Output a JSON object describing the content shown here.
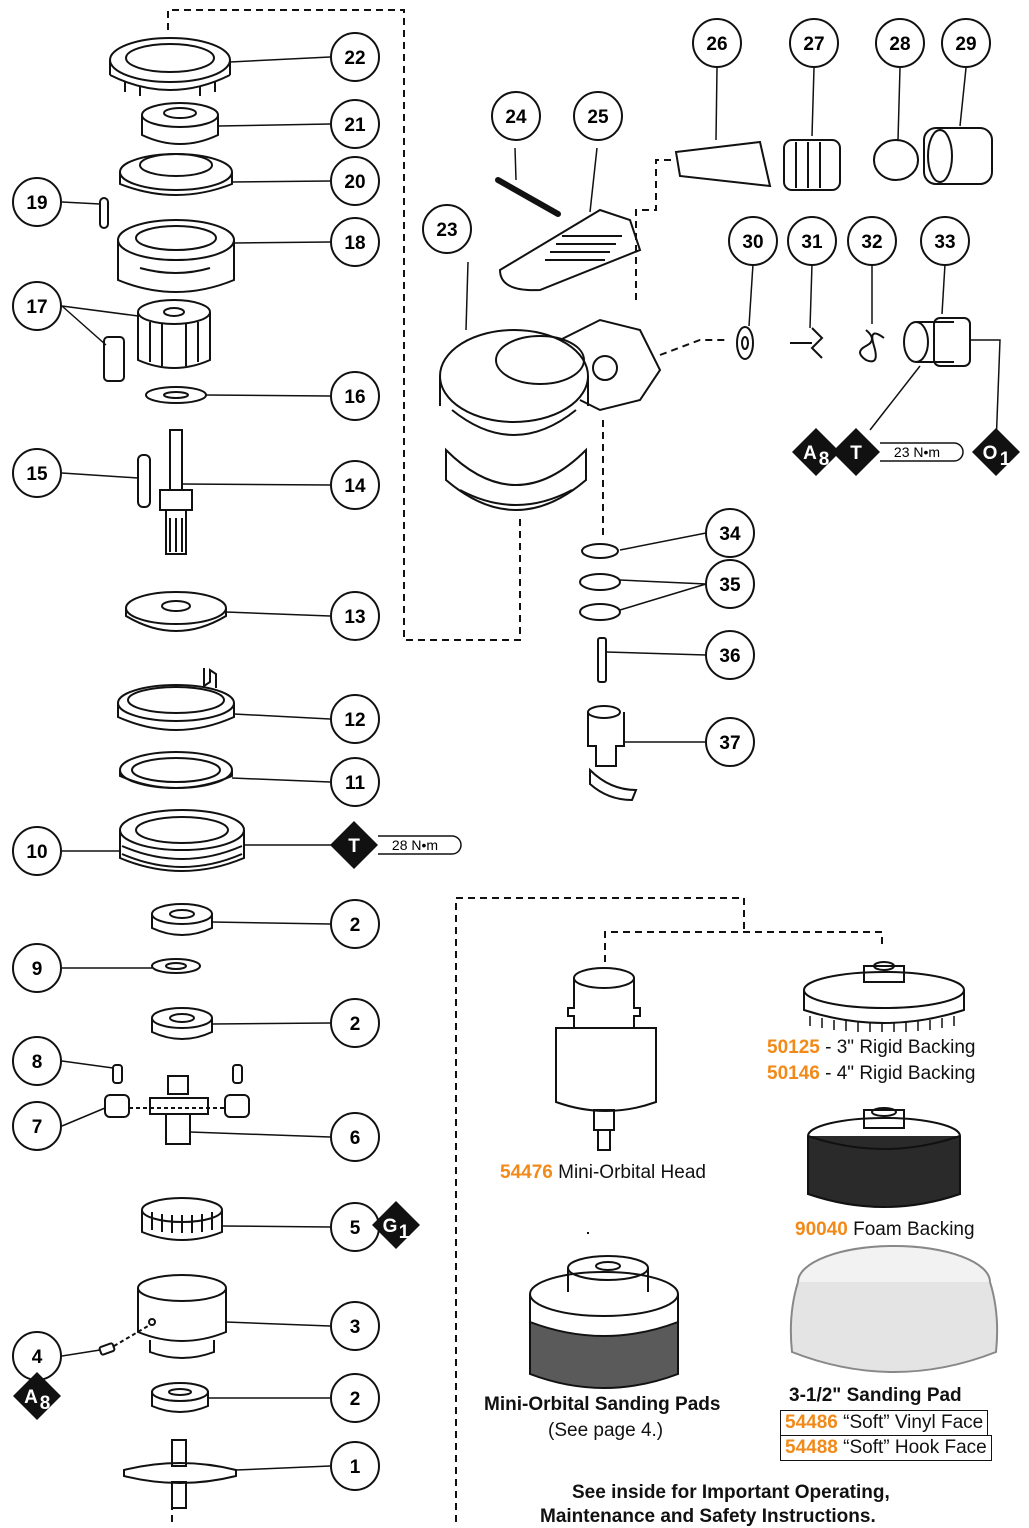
{
  "callouts": [
    "1",
    "2",
    "3",
    "4",
    "5",
    "6",
    "7",
    "8",
    "9",
    "10",
    "11",
    "12",
    "13",
    "14",
    "15",
    "16",
    "17",
    "18",
    "19",
    "20",
    "21",
    "22",
    "23",
    "24",
    "25",
    "26",
    "27",
    "28",
    "29",
    "30",
    "31",
    "32",
    "33",
    "34",
    "35",
    "36",
    "37"
  ],
  "badges": {
    "a8": "A",
    "a8_sub": "8",
    "t": "T",
    "o1": "O",
    "o1_sub": "1",
    "g1": "G",
    "g1_sub": "1"
  },
  "torque": {
    "inlet": "23 N•m",
    "housing": "28 N•m"
  },
  "accessories": {
    "backing_50125_pn": "50125",
    "backing_50125_desc": " - 3\" Rigid Backing",
    "backing_50146_pn": "50146",
    "backing_50146_desc": " - 4\" Rigid Backing",
    "head_pn": "54476",
    "head_desc": " Mini-Orbital Head",
    "foam_pn": "90040",
    "foam_desc": " Foam Backing",
    "pads_title": "Mini-Orbital Sanding Pads",
    "pads_note": "(See page 4.)",
    "sanding_pad_title": "3-1/2\" Sanding Pad",
    "vinyl_pn": "54486",
    "vinyl_desc": " “Soft” Vinyl Face",
    "hook_pn": "54488",
    "hook_desc": " “Soft” Hook Face"
  },
  "footer": {
    "line1": "See inside for Important Operating,",
    "line2": "Maintenance and Safety Instructions."
  },
  "colors": {
    "accent": "#f28a1a",
    "badge": "#111111"
  }
}
